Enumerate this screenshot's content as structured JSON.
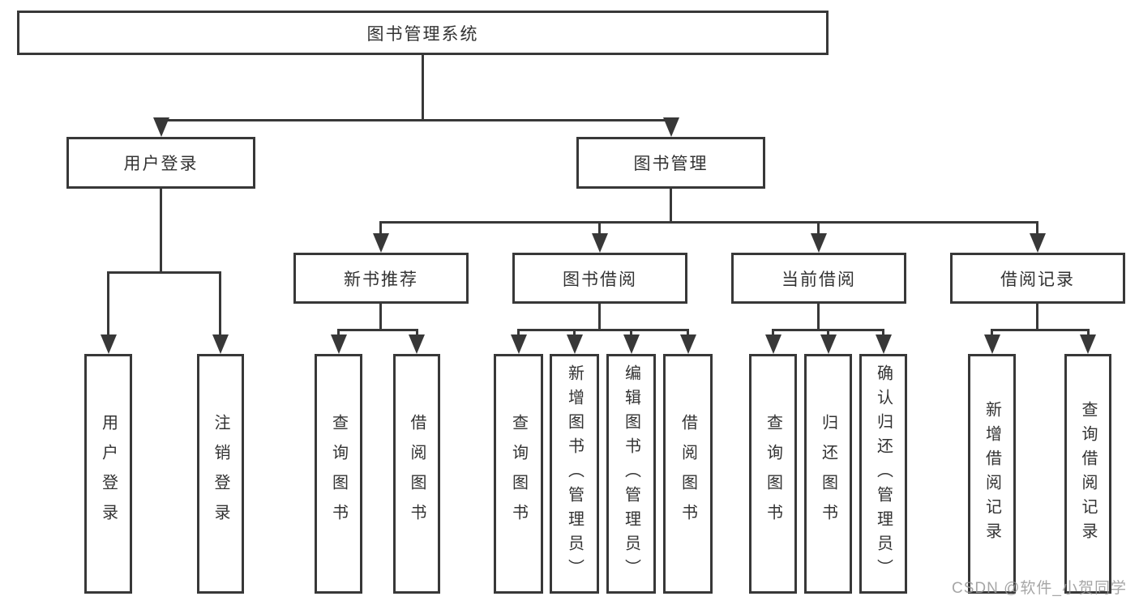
{
  "diagram": {
    "title": "图书管理系统",
    "root": {
      "label": "图书管理系统"
    },
    "level2": [
      {
        "label": "用户登录"
      },
      {
        "label": "图书管理"
      }
    ],
    "level3": [
      {
        "label": "新书推荐",
        "parent": "图书管理"
      },
      {
        "label": "图书借阅",
        "parent": "图书管理"
      },
      {
        "label": "当前借阅",
        "parent": "图书管理"
      },
      {
        "label": "借阅记录",
        "parent": "图书管理"
      }
    ],
    "leaves": [
      {
        "label": "用户登录",
        "parent": "用户登录"
      },
      {
        "label": "注销登录",
        "parent": "用户登录"
      },
      {
        "label": "查询图书",
        "parent": "新书推荐"
      },
      {
        "label": "借阅图书",
        "parent": "新书推荐"
      },
      {
        "label": "查询图书",
        "parent": "图书借阅"
      },
      {
        "label": "新增图书（管理员）",
        "parent": "图书借阅"
      },
      {
        "label": "编辑图书（管理员）",
        "parent": "图书借阅"
      },
      {
        "label": "借阅图书",
        "parent": "图书借阅"
      },
      {
        "label": "查询图书",
        "parent": "当前借阅"
      },
      {
        "label": "归还图书",
        "parent": "当前借阅"
      },
      {
        "label": "确认归还（管理员）",
        "parent": "当前借阅"
      },
      {
        "label": "新增借阅记录",
        "parent": "借阅记录"
      },
      {
        "label": "查询借阅记录",
        "parent": "借阅记录"
      }
    ]
  },
  "watermark": {
    "text": "CSDN @软件_小贺同学"
  },
  "colors": {
    "line": "#383838",
    "text": "#333333",
    "background": "#ffffff",
    "watermark": "#969696"
  }
}
